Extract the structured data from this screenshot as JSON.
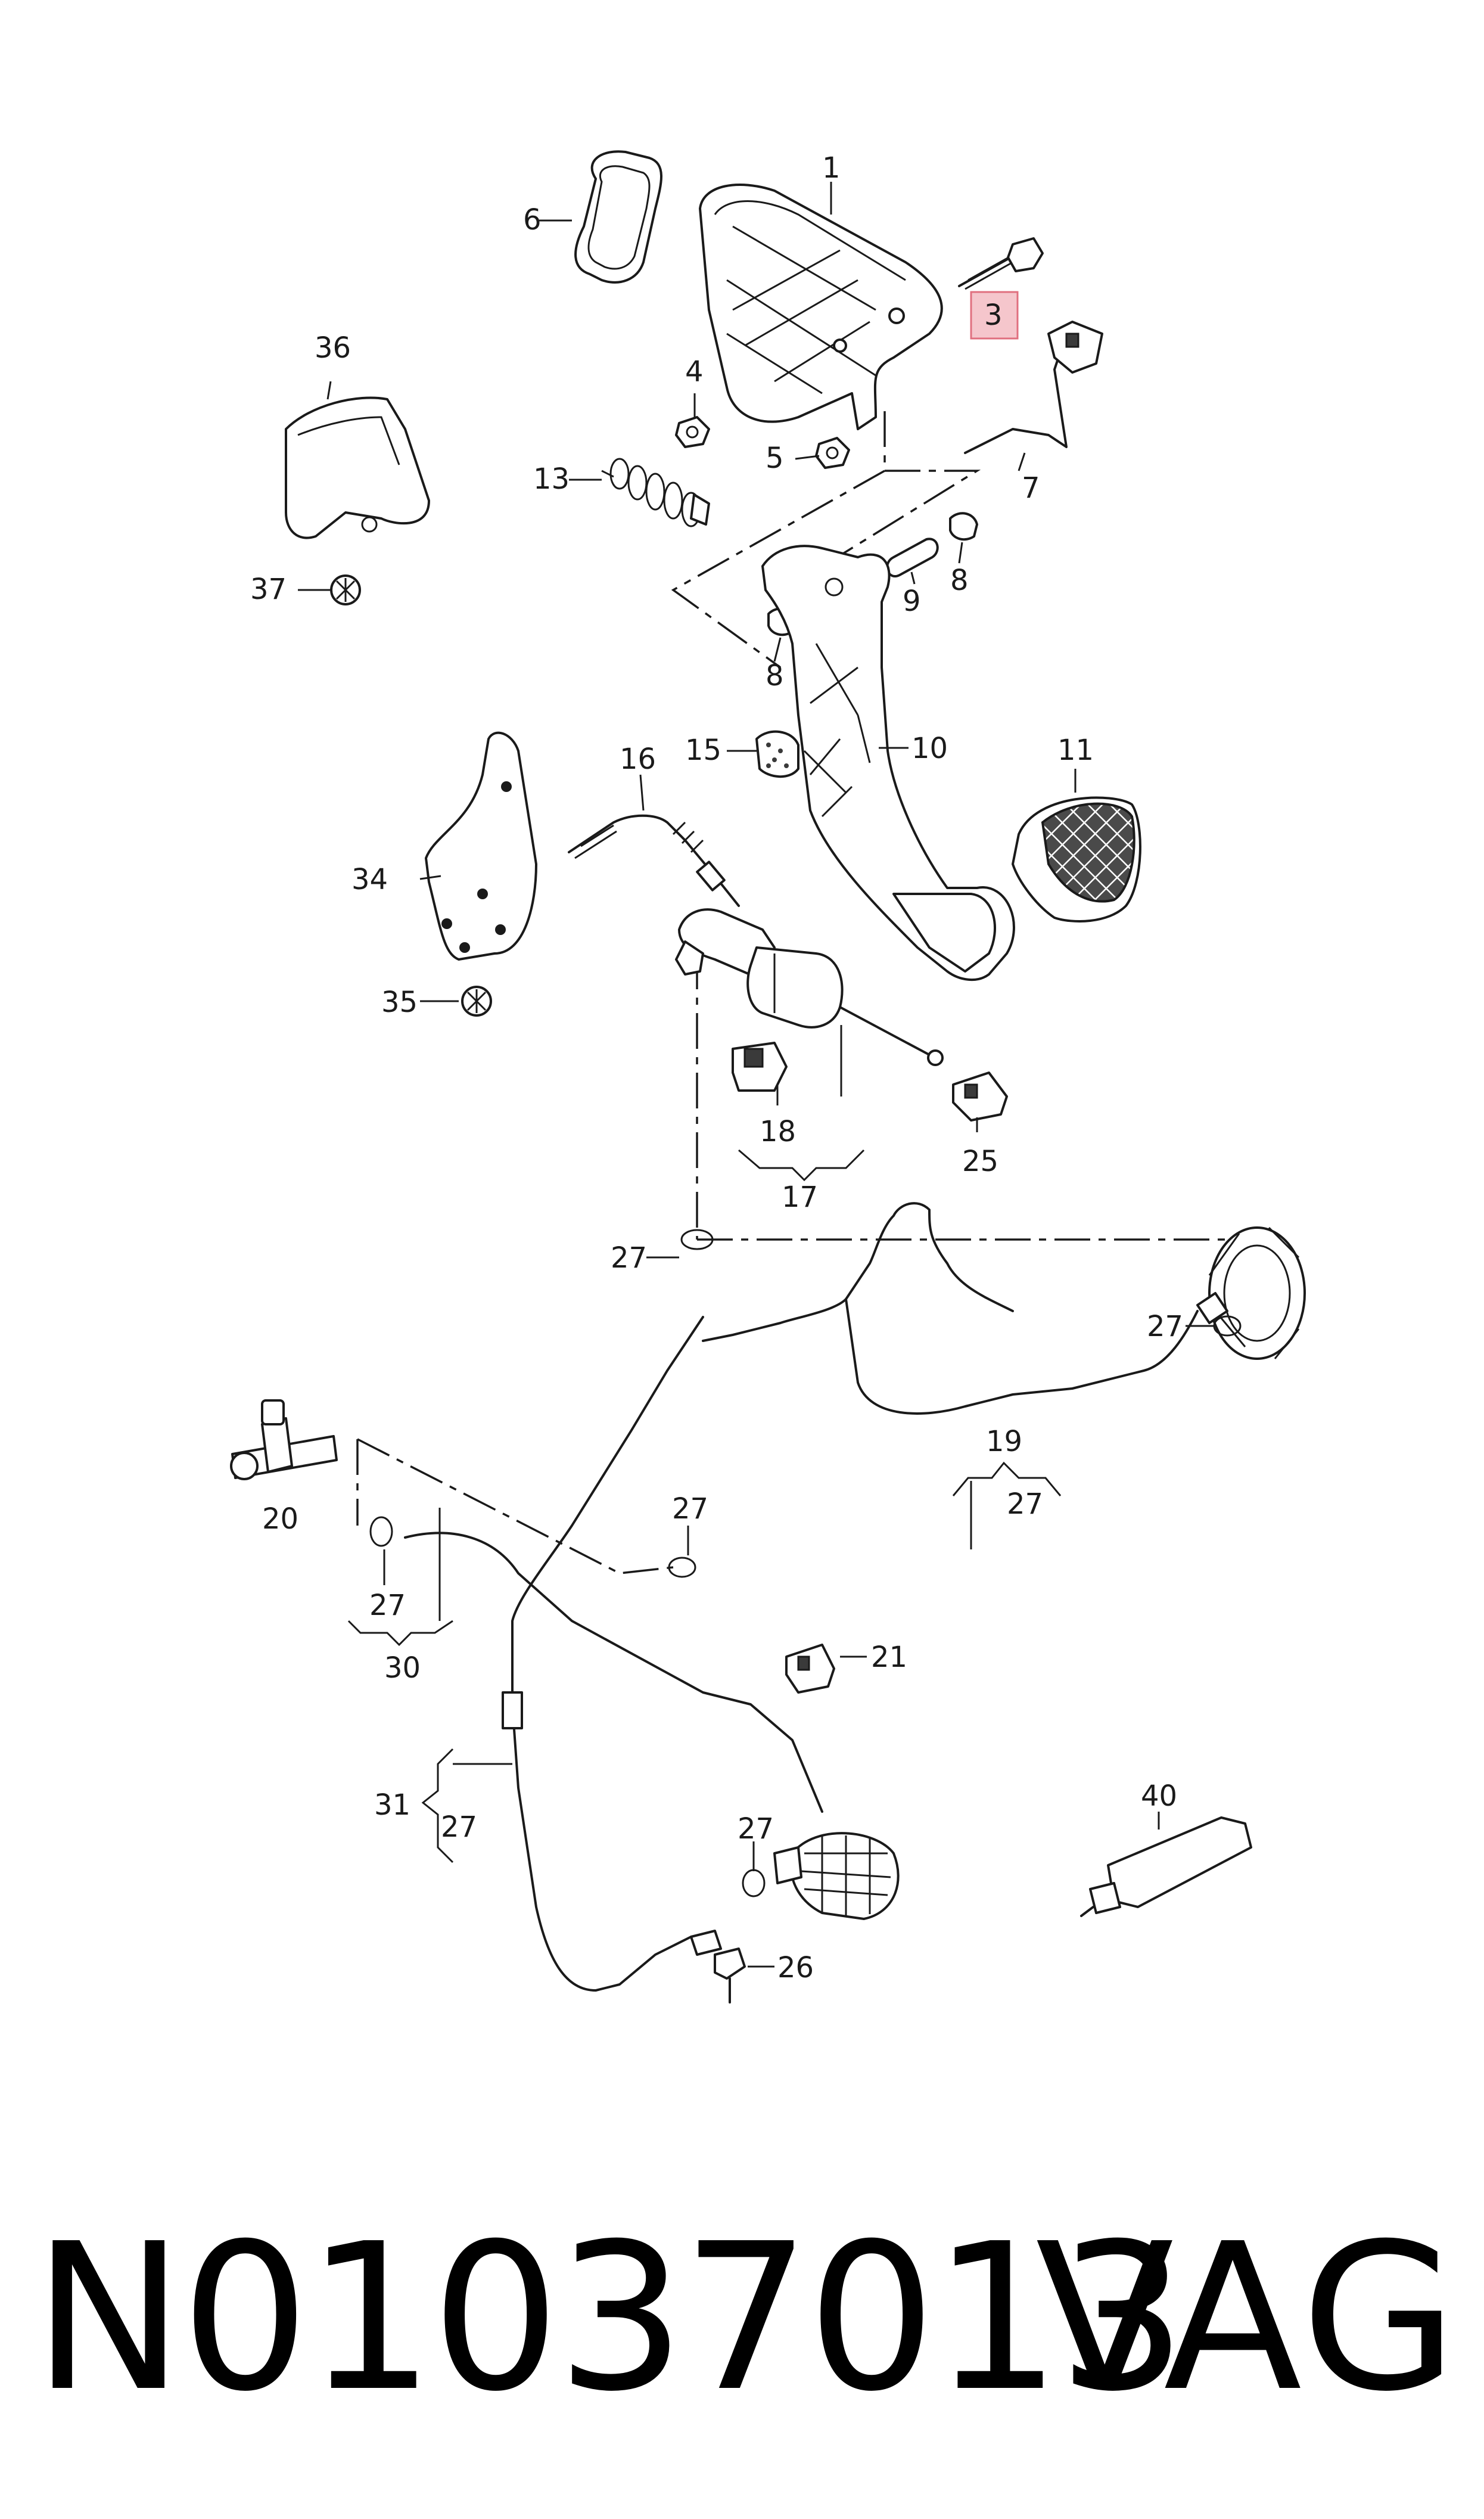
{
  "diagram": {
    "highlight_color": "#f5c6cc",
    "highlight_border": "#e0707f",
    "callouts": [
      {
        "id": "c1",
        "text": "1"
      },
      {
        "id": "c3",
        "text": "3",
        "highlighted": true
      },
      {
        "id": "c4",
        "text": "4"
      },
      {
        "id": "c5",
        "text": "5"
      },
      {
        "id": "c6",
        "text": "6"
      },
      {
        "id": "c7",
        "text": "7"
      },
      {
        "id": "c8a",
        "text": "8"
      },
      {
        "id": "c8b",
        "text": "8"
      },
      {
        "id": "c9",
        "text": "9"
      },
      {
        "id": "c10",
        "text": "10"
      },
      {
        "id": "c11",
        "text": "11"
      },
      {
        "id": "c13",
        "text": "13"
      },
      {
        "id": "c15",
        "text": "15"
      },
      {
        "id": "c16",
        "text": "16"
      },
      {
        "id": "c17",
        "text": "17"
      },
      {
        "id": "c18",
        "text": "18"
      },
      {
        "id": "c19",
        "text": "19"
      },
      {
        "id": "c19b",
        "text": "27"
      },
      {
        "id": "c20",
        "text": "20"
      },
      {
        "id": "c21",
        "text": "21"
      },
      {
        "id": "c25",
        "text": "25"
      },
      {
        "id": "c26",
        "text": "26"
      },
      {
        "id": "c27a",
        "text": "27"
      },
      {
        "id": "c27b",
        "text": "27"
      },
      {
        "id": "c27c",
        "text": "27"
      },
      {
        "id": "c27d",
        "text": "27"
      },
      {
        "id": "c27e",
        "text": "27"
      },
      {
        "id": "c30",
        "text": "30"
      },
      {
        "id": "c31",
        "text": "31"
      },
      {
        "id": "c31b",
        "text": "27"
      },
      {
        "id": "c34",
        "text": "34"
      },
      {
        "id": "c35",
        "text": "35"
      },
      {
        "id": "c36",
        "text": "36"
      },
      {
        "id": "c37",
        "text": "37"
      },
      {
        "id": "c40",
        "text": "40"
      }
    ]
  },
  "footer": {
    "part_number": "N01037013",
    "brand": "VAG"
  }
}
